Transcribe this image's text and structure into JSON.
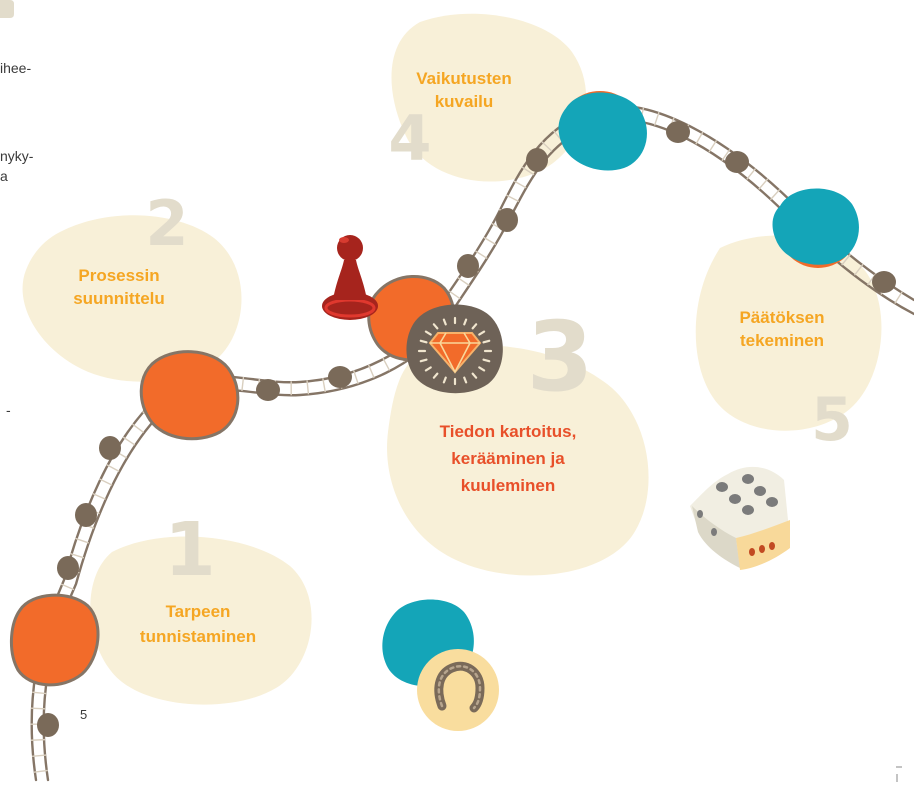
{
  "colors": {
    "blob": "#f8f0d8",
    "label_orange": "#f5a623",
    "label_red": "#e8502a",
    "numeral": "#e2dccb",
    "track": "#857566",
    "stone": "#7a6a59",
    "orange_space": "#f26b2a",
    "teal_space": "#14a5b8",
    "pawn": "#a6241d"
  },
  "steps": [
    {
      "numeral": "1",
      "label_lines": [
        "Tarpeen",
        "tunnistaminen"
      ]
    },
    {
      "numeral": "2",
      "label_lines": [
        "Prosessin",
        "suunnittelu"
      ]
    },
    {
      "numeral": "3",
      "label_lines": [
        "Tiedon kartoitus,",
        "kerääminen ja",
        "kuuleminen"
      ]
    },
    {
      "numeral": "4",
      "label_lines": [
        "Vaikutusten",
        "kuvailu"
      ]
    },
    {
      "numeral": "5",
      "label_lines": [
        "Päätöksen",
        "tekeminen"
      ]
    }
  ],
  "side_text": {
    "line1": "ihee-",
    "line2": "nyky-",
    "line3": "a",
    "dash": "-"
  },
  "page_number": "5",
  "icons": [
    "pawn-icon",
    "diamond-badge-icon",
    "dice-icon",
    "horseshoe-icon"
  ]
}
